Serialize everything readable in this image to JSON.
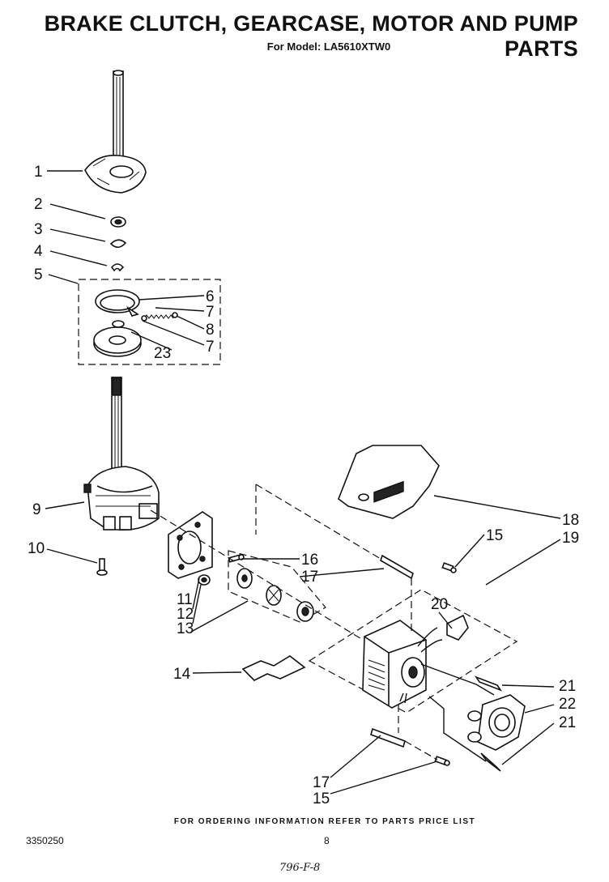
{
  "header": {
    "title": "BRAKE CLUTCH, GEARCASE, MOTOR AND PUMP PARTS",
    "model_line": "For Model: LA5610XTW0"
  },
  "callouts": {
    "c1": "1",
    "c2": "2",
    "c3": "3",
    "c4": "4",
    "c5": "5",
    "c6": "6",
    "c7a": "7",
    "c8": "8",
    "c7b": "7",
    "c23": "23",
    "c9": "9",
    "c10": "10",
    "c11": "11",
    "c12": "12",
    "c13": "13",
    "c14": "14",
    "c16": "16",
    "c17a": "17",
    "c15a": "15",
    "c18": "18",
    "c19": "19",
    "c20": "20",
    "c21a": "21",
    "c22": "22",
    "c21b": "21",
    "c17b": "17",
    "c15b": "15"
  },
  "footer": {
    "ordering_note": "FOR ORDERING INFORMATION REFER TO PARTS PRICE LIST",
    "doc_number": "3350250",
    "page_number": "8",
    "handwritten": "796-F-8"
  }
}
